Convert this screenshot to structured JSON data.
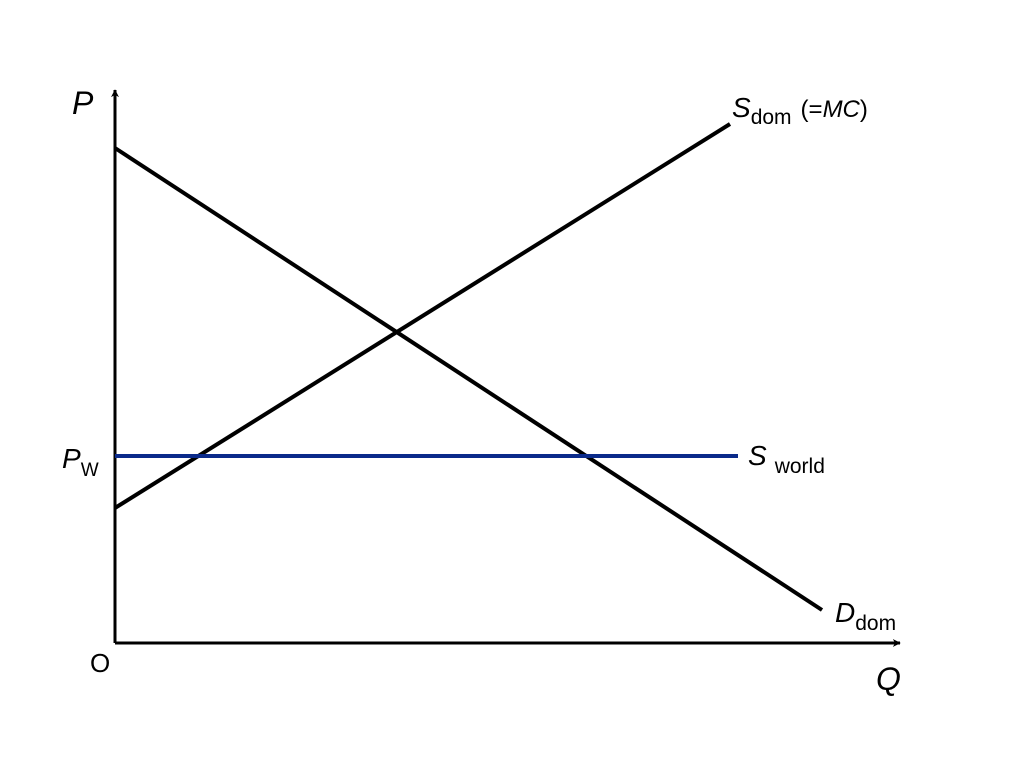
{
  "diagram": {
    "origin_label": "O",
    "y_axis_label": "P",
    "x_axis_label": "Q",
    "world_price_label": {
      "main": "P",
      "subscript": "W",
      "color": "#8db41f"
    },
    "curves": {
      "domestic_supply": {
        "symbol": "S",
        "subscript": "dom",
        "note_open": "(=",
        "note_main": "MC",
        "note_close": ")",
        "color": "#000000"
      },
      "domestic_demand": {
        "symbol": "D",
        "subscript": "dom",
        "color": "#000000"
      },
      "world_supply": {
        "symbol": "S",
        "subscript": "world",
        "color": "#0a2a8a",
        "label_color": "#1a3fbf"
      }
    }
  }
}
